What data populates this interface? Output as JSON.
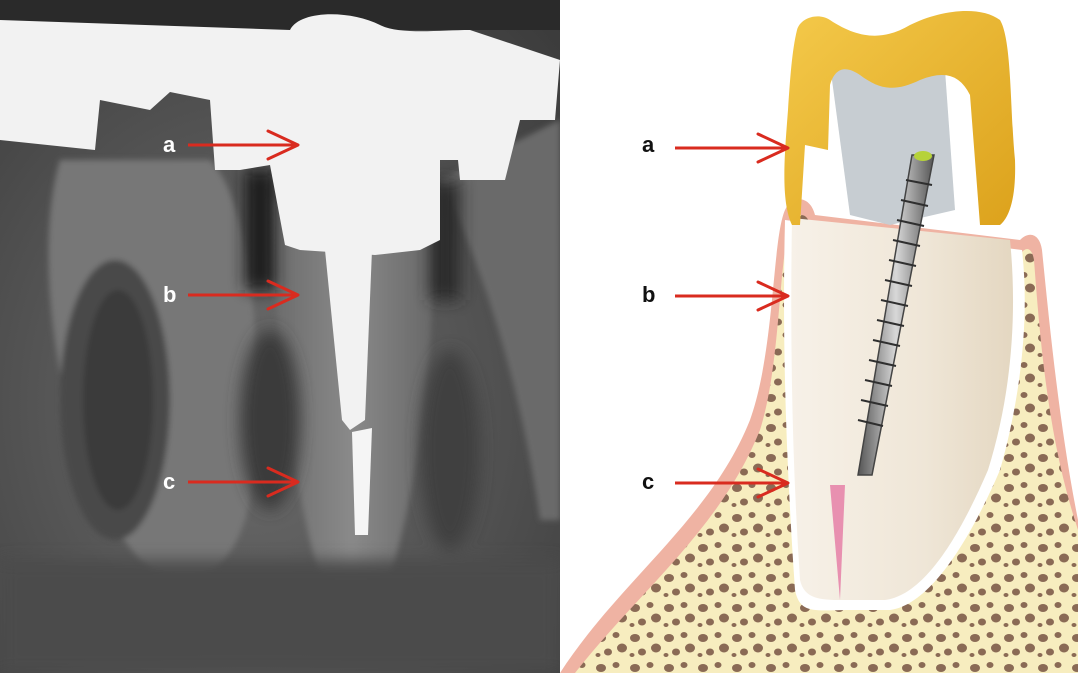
{
  "figure": {
    "left_panel": {
      "labels": {
        "a": "a",
        "b": "b",
        "c": "c"
      }
    },
    "right_panel": {
      "labels": {
        "a": "a",
        "b": "b",
        "c": "c"
      }
    },
    "colors": {
      "arrow": "#d92b1f",
      "crown": "#e8b52a",
      "gum": "#efb3a3",
      "bone": "#f7edbf",
      "bone_pores": "#8a6a55",
      "tooth": "#f4ede2",
      "canal_tip": "#e890b0",
      "post": "#a0a0a0",
      "xray_dark": "#2a2a2a",
      "xray_light": "#f2f2f2"
    }
  }
}
